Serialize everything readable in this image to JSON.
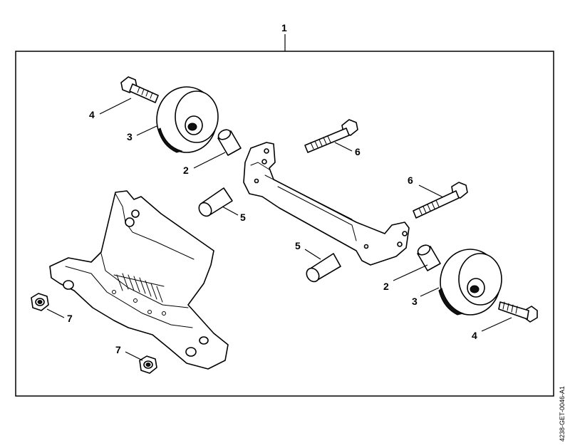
{
  "callouts": {
    "assembly": "1",
    "spacer_sleeve": "2",
    "wheel": "3",
    "bolt_short": "4",
    "sleeve": "5",
    "bolt_long": "6",
    "nut": "7"
  },
  "document_id": "4238-GET-0046-A1"
}
